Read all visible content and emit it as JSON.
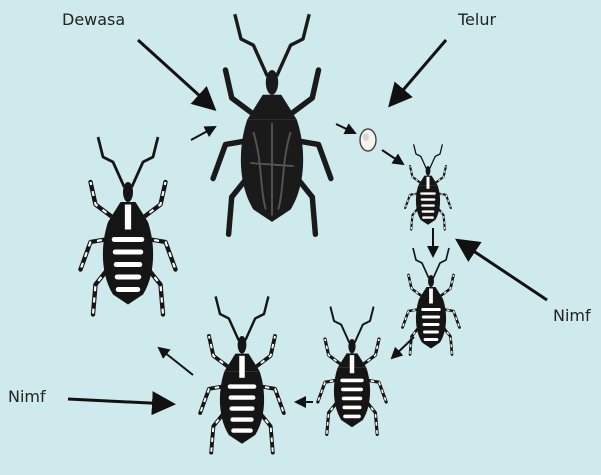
{
  "diagram": {
    "background": "#cfeaec",
    "labels": {
      "adult": "Dewasa",
      "egg": "Telur",
      "nymph_right": "Nimf",
      "nymph_left": "Nimf"
    },
    "stages": [
      {
        "stage": "adult",
        "depiction": "dark adult assassin bug"
      },
      {
        "stage": "egg",
        "depiction": "single white egg"
      },
      {
        "stage": "nymph",
        "depiction": "first instar nymph"
      },
      {
        "stage": "nymph",
        "depiction": "second instar nymph"
      },
      {
        "stage": "nymph",
        "depiction": "third instar nymph"
      },
      {
        "stage": "nymph",
        "depiction": "fourth instar nymph"
      },
      {
        "stage": "nymph",
        "depiction": "fifth instar nymph"
      }
    ],
    "colors": {
      "arrow": "#111111",
      "insect_dark": "#1a1a1a",
      "insect_light": "#ffffff"
    }
  }
}
